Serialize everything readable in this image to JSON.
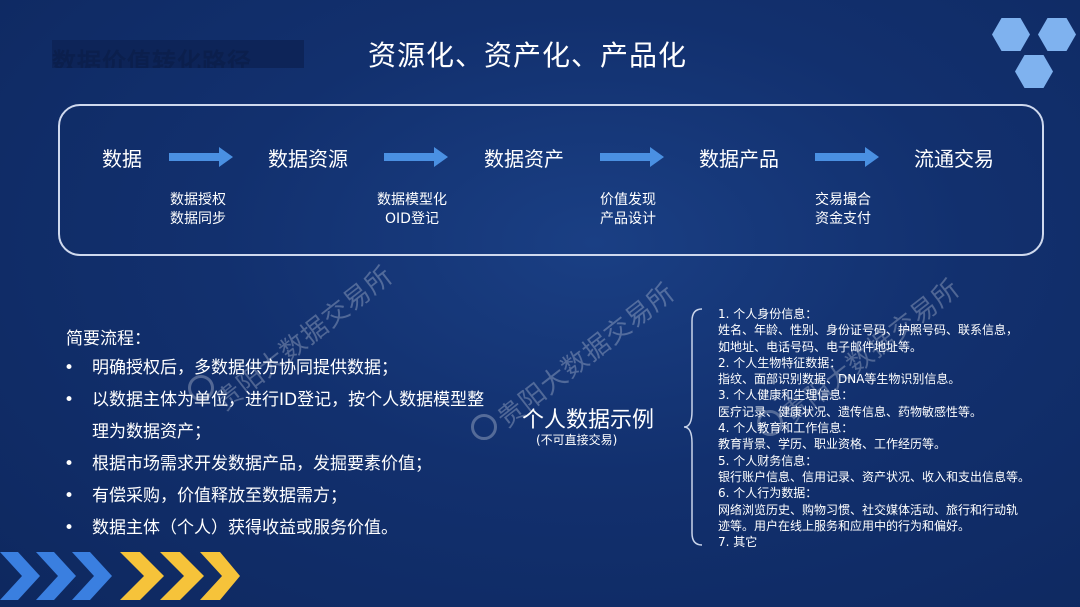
{
  "header": {
    "hidden_title": "数据价值转化路径",
    "title": "资源化、资产化、产品化"
  },
  "flow": {
    "stages": [
      "数据",
      "数据资源",
      "数据资产",
      "数据产品",
      "流通交易"
    ],
    "steps": [
      [
        "数据授权",
        "数据同步"
      ],
      [
        "数据模型化",
        "OID登记"
      ],
      [
        "价值发现",
        "产品设计"
      ],
      [
        "交易撮合",
        "资金支付"
      ]
    ]
  },
  "process": {
    "title": "简要流程：",
    "items": [
      "明确授权后，多数据供方协同提供数据；",
      "以数据主体为单位，进行ID登记，按个人数据模型整理为数据资产；",
      "根据市场需求开发数据产品，发掘要素价值；",
      "有偿采购，价值释放至数据需方；",
      "数据主体（个人）获得收益或服务价值。"
    ]
  },
  "example": {
    "label": "个人数据示例",
    "note": "(不可直接交易)"
  },
  "personal_data": [
    "1. 个人身份信息：",
    "姓名、年龄、性别、身份证号码、护照号码、联系信息，",
    "如地址、电话号码、电子邮件地址等。",
    "2. 个人生物特征数据：",
    "指纹、面部识别数据、DNA等生物识别信息。",
    "3. 个人健康和生理信息：",
    "医疗记录、健康状况、遗传信息、药物敏感性等。",
    "4. 个人教育和工作信息：",
    "教育背景、学历、职业资格、工作经历等。",
    "5.  个人财务信息：",
    "银行账户信息、信用记录、资产状况、收入和支出信息等。",
    "6.  个人行为数据：",
    "网络浏览历史、购物习惯、社交媒体活动、旅行和行动轨",
    "迹等。用户在线上服务和应用中的行为和偏好。",
    "7.  其它"
  ],
  "watermark": "贵阳大数据交易所",
  "colors": {
    "background": "#12306e",
    "arrow": "#4a90e2",
    "hexagon": "#7fb2ef",
    "chevron_blue": "#3a7fe0",
    "chevron_yellow": "#f6c33a"
  }
}
